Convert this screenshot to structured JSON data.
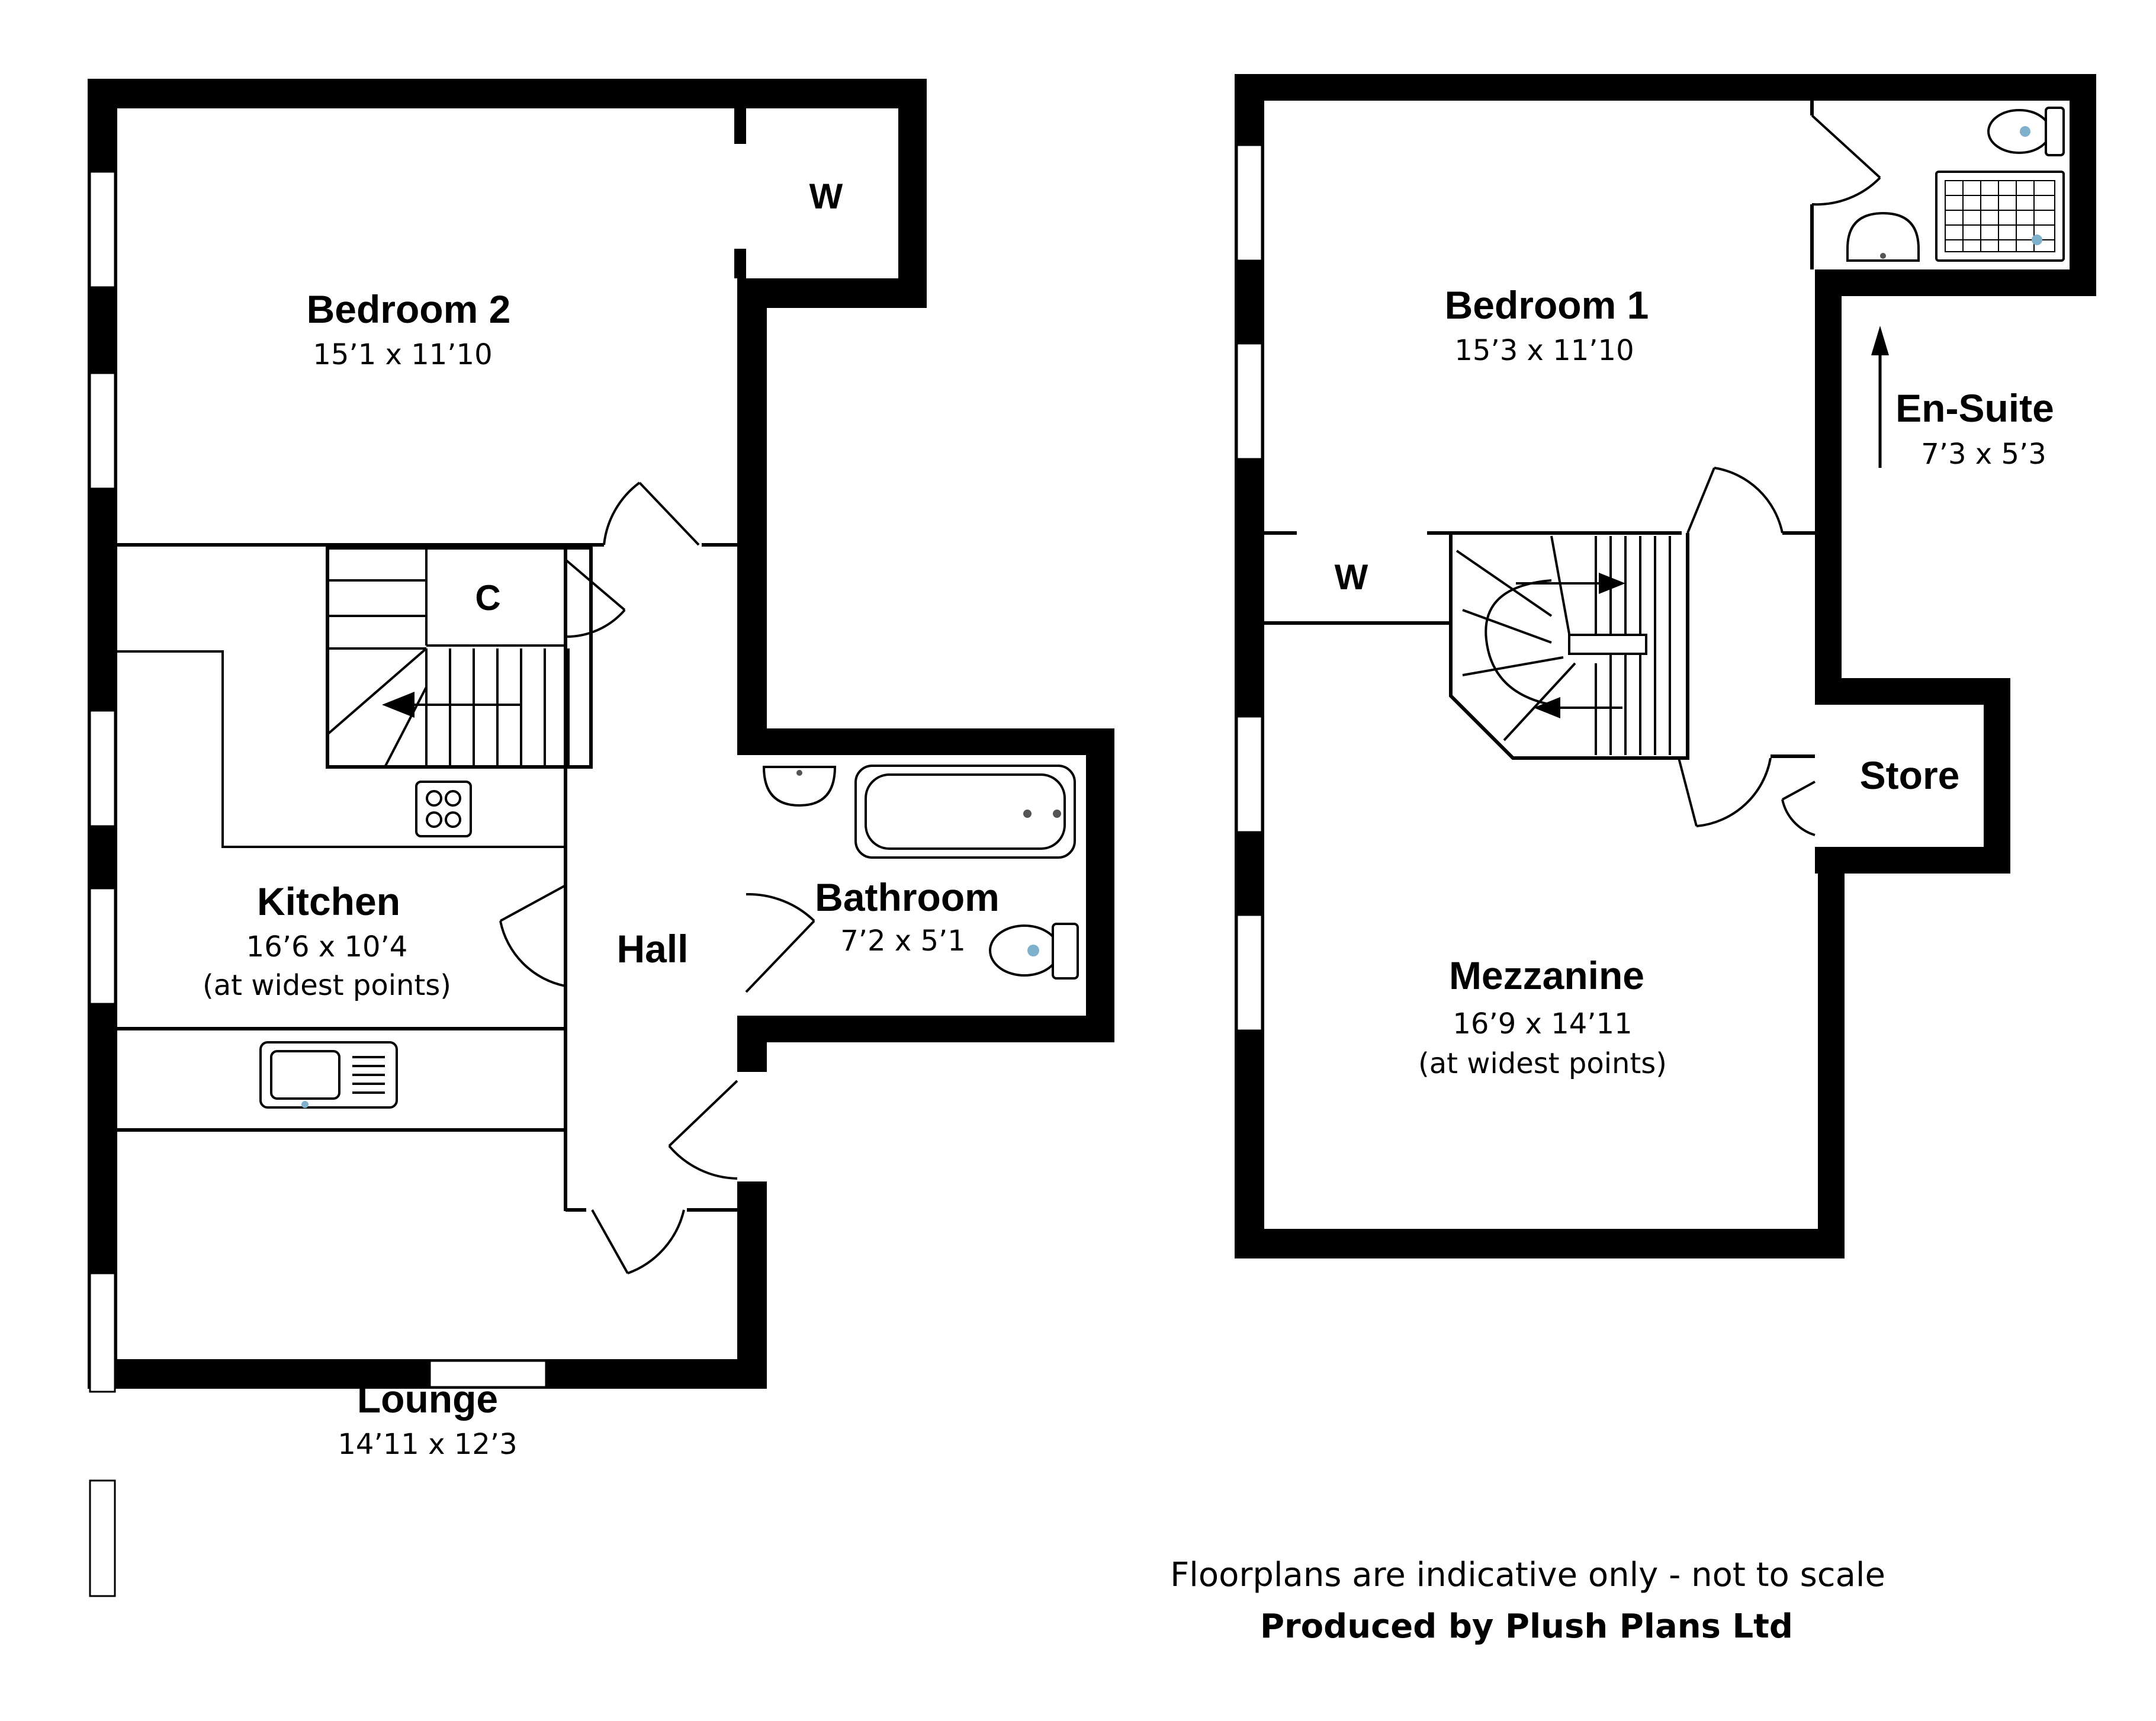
{
  "rooms": {
    "bedroom2": {
      "name": "Bedroom 2",
      "dims": "15’1 x 11’10"
    },
    "kitchen": {
      "name": "Kitchen",
      "dims": "16’6 x 10’4",
      "note": "(at widest points)"
    },
    "hall": {
      "name": "Hall"
    },
    "bathroom": {
      "name": "Bathroom",
      "dims": "7’2 x 5’1"
    },
    "lounge": {
      "name": "Lounge",
      "dims": "14’11 x 12’3"
    },
    "bedroom1": {
      "name": "Bedroom 1",
      "dims": "15’3 x 11’10"
    },
    "ensuite": {
      "name": "En-Suite",
      "dims": "7’3 x 5’3"
    },
    "store": {
      "name": "Store"
    },
    "mezzanine": {
      "name": "Mezzanine",
      "dims": "16’9 x 14’11",
      "note": "(at widest points)"
    }
  },
  "labels": {
    "wardrobe_ground": "W",
    "cupboard": "C",
    "wardrobe_upper": "W"
  },
  "footer": {
    "disclaimer": "Floorplans are indicative only - not to scale",
    "producer": "Produced by Plush Plans Ltd"
  },
  "colors": {
    "walls": "#000000",
    "background": "#ffffff",
    "fixture_accent": "#7fb0cc"
  }
}
